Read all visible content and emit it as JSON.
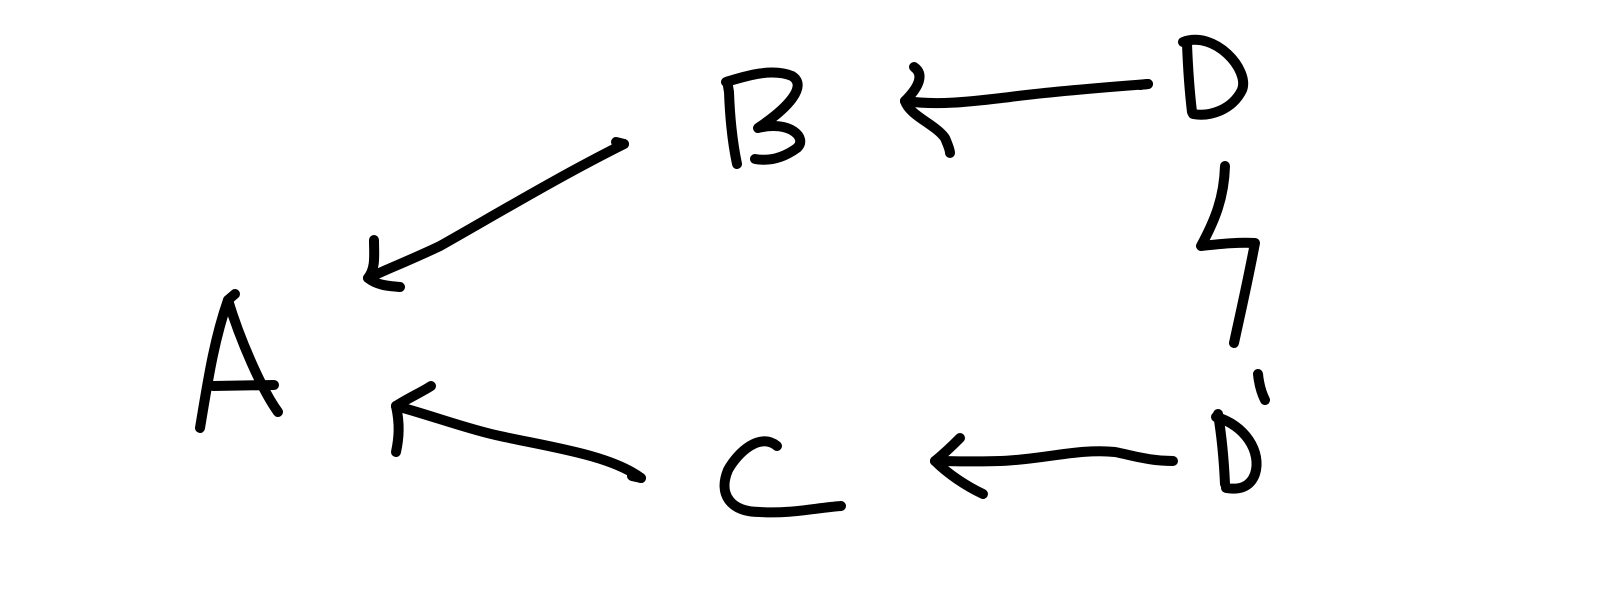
{
  "nodes": {
    "a": {
      "label": "A"
    },
    "b": {
      "label": "B"
    },
    "c": {
      "label": "C"
    },
    "d": {
      "label": "D"
    },
    "d_prime": {
      "label": "D'"
    }
  },
  "edges": [
    {
      "from": "B",
      "to": "A",
      "type": "arrow"
    },
    {
      "from": "C",
      "to": "A",
      "type": "arrow"
    },
    {
      "from": "D",
      "to": "B",
      "type": "arrow"
    },
    {
      "from": "D'",
      "to": "C",
      "type": "arrow"
    },
    {
      "from": "D",
      "to": "D'",
      "type": "squiggle"
    }
  ],
  "colors": {
    "ink": "#000000",
    "background": "#ffffff"
  }
}
